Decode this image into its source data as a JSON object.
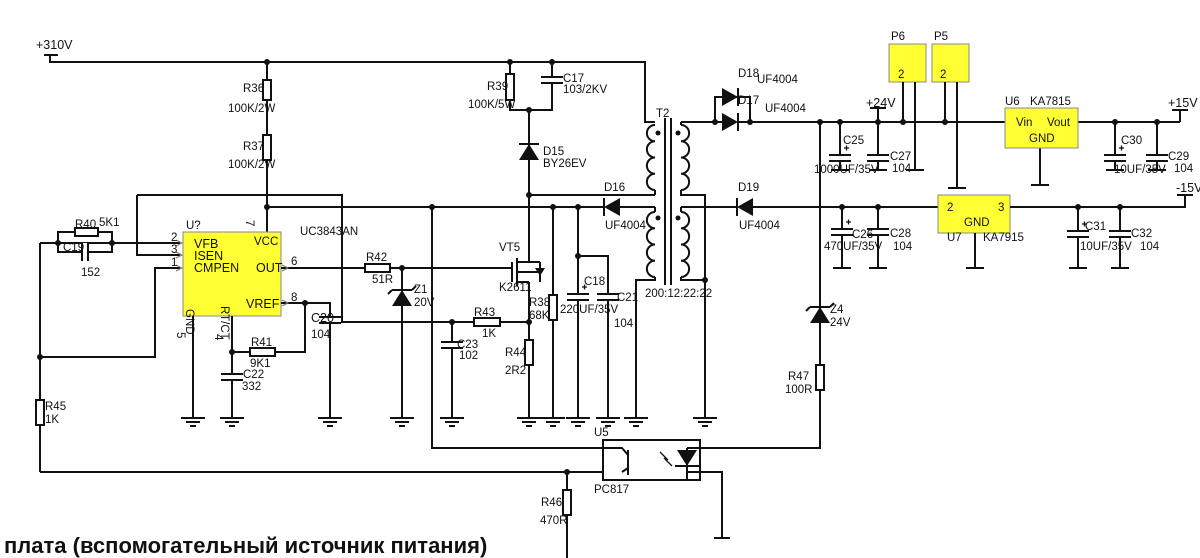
{
  "supply": {
    "v310": "+310V",
    "v24": "+24V",
    "v15p": "+15V",
    "v15n": "-15V"
  },
  "components": {
    "R36": {
      "ref": "R36",
      "value": "100K/2W"
    },
    "R37": {
      "ref": "R37",
      "value": "100K/2W"
    },
    "R39": {
      "ref": "R39",
      "value": "100K/5W"
    },
    "C17": {
      "ref": "C17",
      "value": "103/2KV"
    },
    "D15": {
      "ref": "D15",
      "value": "BY26EV"
    },
    "T2": {
      "ref": "T2",
      "value": "200:12:22:22"
    },
    "D18": {
      "ref": "D18",
      "value": "UF4004"
    },
    "D17": {
      "ref": "D17",
      "value": "UF4004"
    },
    "D16": {
      "ref": "D16",
      "value": "UF4004"
    },
    "D19": {
      "ref": "D19",
      "value": "UF4004"
    },
    "P6": {
      "ref": "P6",
      "pin": "2"
    },
    "P5": {
      "ref": "P5",
      "pin": "2"
    },
    "U6": {
      "ref": "U6",
      "value": "KA7815",
      "vin": "Vin",
      "vout": "Vout",
      "gnd": "GND"
    },
    "U7": {
      "ref": "U7",
      "value": "KA7915",
      "pin2": "2",
      "pin3": "3",
      "gnd": "GND"
    },
    "C25": {
      "ref": "C25",
      "value": "1000UF/35V"
    },
    "C27": {
      "ref": "C27",
      "value": "104"
    },
    "C30": {
      "ref": "C30",
      "value": "10UF/35V"
    },
    "C29": {
      "ref": "C29",
      "value": "104"
    },
    "C26": {
      "ref": "C26",
      "value": "470UF/35V"
    },
    "C28": {
      "ref": "C28",
      "value": "104"
    },
    "C31": {
      "ref": "C31",
      "value": "10UF/35V"
    },
    "C32": {
      "ref": "C32",
      "value": "104"
    },
    "R40": {
      "ref": "R40",
      "value": "5K1"
    },
    "C19": {
      "ref": "C19",
      "value": "152"
    },
    "U": {
      "ref": "U?",
      "value": "UC3843AN",
      "vfb": "VFB",
      "isen": "ISEN",
      "cmpen": "CMPEN",
      "out": "OUT",
      "vref": "VREF",
      "vcc": "VCC",
      "gnd": "GND",
      "rtct": "RT/CT",
      "pin1": "1",
      "pin2": "2",
      "pin3": "3",
      "pin4": "4",
      "pin5": "5",
      "pin6": "6",
      "pin7": "7",
      "pin8": "8"
    },
    "R42": {
      "ref": "R42",
      "value": "51R"
    },
    "Z1": {
      "ref": "Z1",
      "value": "20V"
    },
    "VT5": {
      "ref": "VT5",
      "value": "K2611"
    },
    "R38": {
      "ref": "R38",
      "value": "68K"
    },
    "C18": {
      "ref": "C18",
      "value": "220UF/35V"
    },
    "C21": {
      "ref": "C21",
      "value": "104"
    },
    "R43": {
      "ref": "R43",
      "value": "1K"
    },
    "C23": {
      "ref": "C23",
      "value": "102"
    },
    "R44": {
      "ref": "R44",
      "value": "2R2"
    },
    "C20": {
      "ref": "C20",
      "value": "104"
    },
    "R41": {
      "ref": "R41",
      "value": "9K1"
    },
    "C22": {
      "ref": "C22",
      "value": "332"
    },
    "Z4": {
      "ref": "Z4",
      "value": "24V"
    },
    "R47": {
      "ref": "R47",
      "value": "100R"
    },
    "R45": {
      "ref": "R45",
      "value": "1K"
    },
    "U5": {
      "ref": "U5",
      "value": "PC817"
    },
    "R46": {
      "ref": "R46",
      "value": "470R"
    }
  },
  "caption": "плата (вспомогательный источник питания)",
  "colors": {
    "ic_fill": "#FFFF33",
    "wire": "#111111",
    "background": "#FFFFFF"
  }
}
